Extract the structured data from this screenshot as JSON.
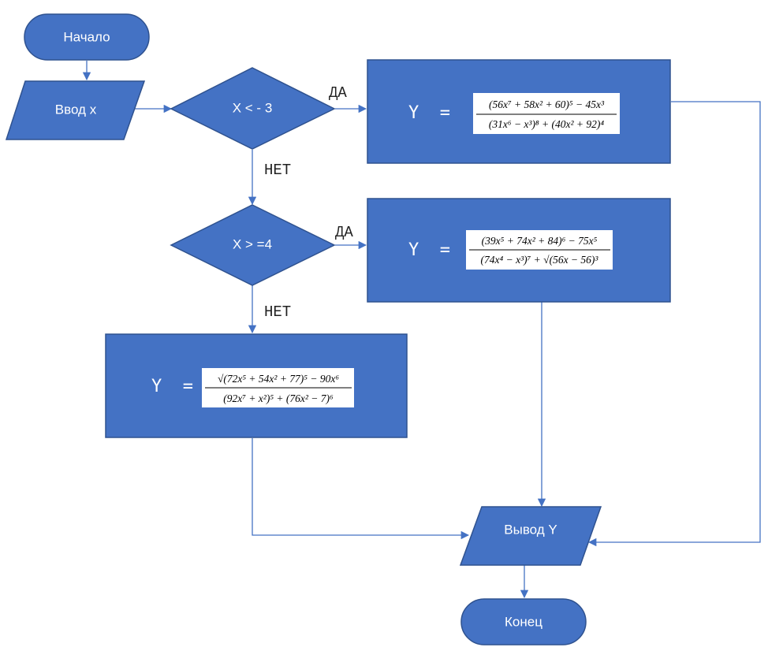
{
  "colors": {
    "shape_fill": "#4472C4",
    "shape_border": "#2F528F",
    "connector": "#4472C4",
    "label_text": "#FFFFFF",
    "edge_label_text": "#222222"
  },
  "nodes": {
    "start": "Начало",
    "input": "Ввод x",
    "cond1": "X < - 3",
    "cond2": "X > =4",
    "y_label": "Y  =",
    "output": "Вывод Y",
    "end": "Конец"
  },
  "edges": {
    "yes": "ДА",
    "no": "НЕТ"
  },
  "formulas": {
    "f1": {
      "numerator": "(56x⁷ + 58x² + 60)⁵ − 45x³",
      "denominator": "(31x⁶ − x³)⁸ + (40x² + 92)⁴"
    },
    "f2": {
      "numerator": "(39x⁵ + 74x² + 84)⁶ − 75x⁵",
      "denominator": "(74x⁴ − x³)⁷ + √(56x − 56)³"
    },
    "f3": {
      "numerator": "√(72x⁵ + 54x² + 77)⁵ − 90x⁶",
      "denominator": "(92x⁷ + x²)⁵ + (76x² − 7)⁶"
    }
  }
}
